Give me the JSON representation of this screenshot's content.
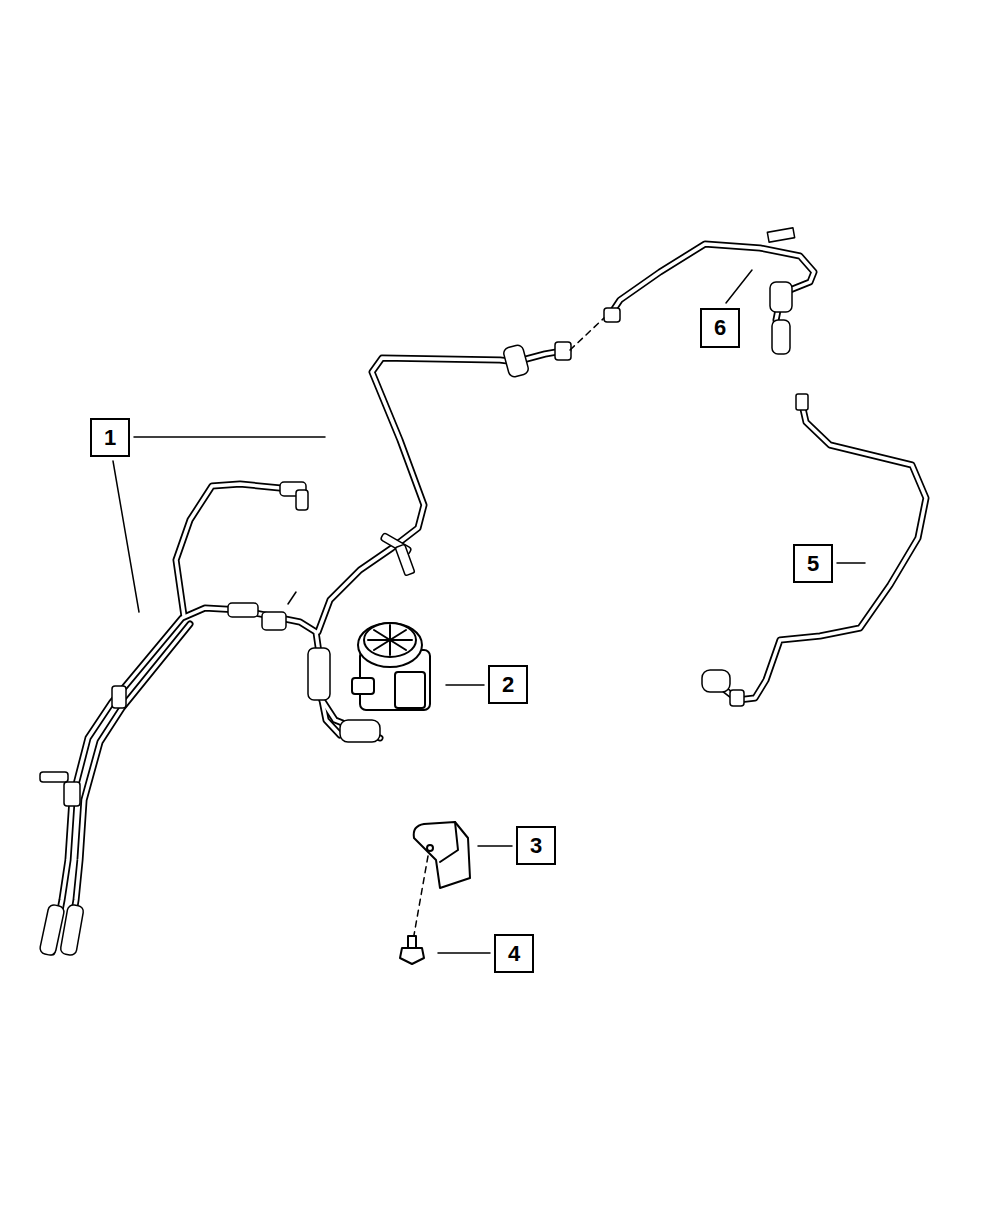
{
  "diagram": {
    "nodes": [
      {
        "text": [
          "6"
        ]
      },
      {
        "text": [
          "1"
        ]
      },
      {
        "text": [
          "5"
        ]
      },
      {
        "text": [
          "2"
        ]
      },
      {
        "text": [
          "3"
        ]
      },
      {
        "text": [
          "4"
        ]
      }
    ]
  }
}
